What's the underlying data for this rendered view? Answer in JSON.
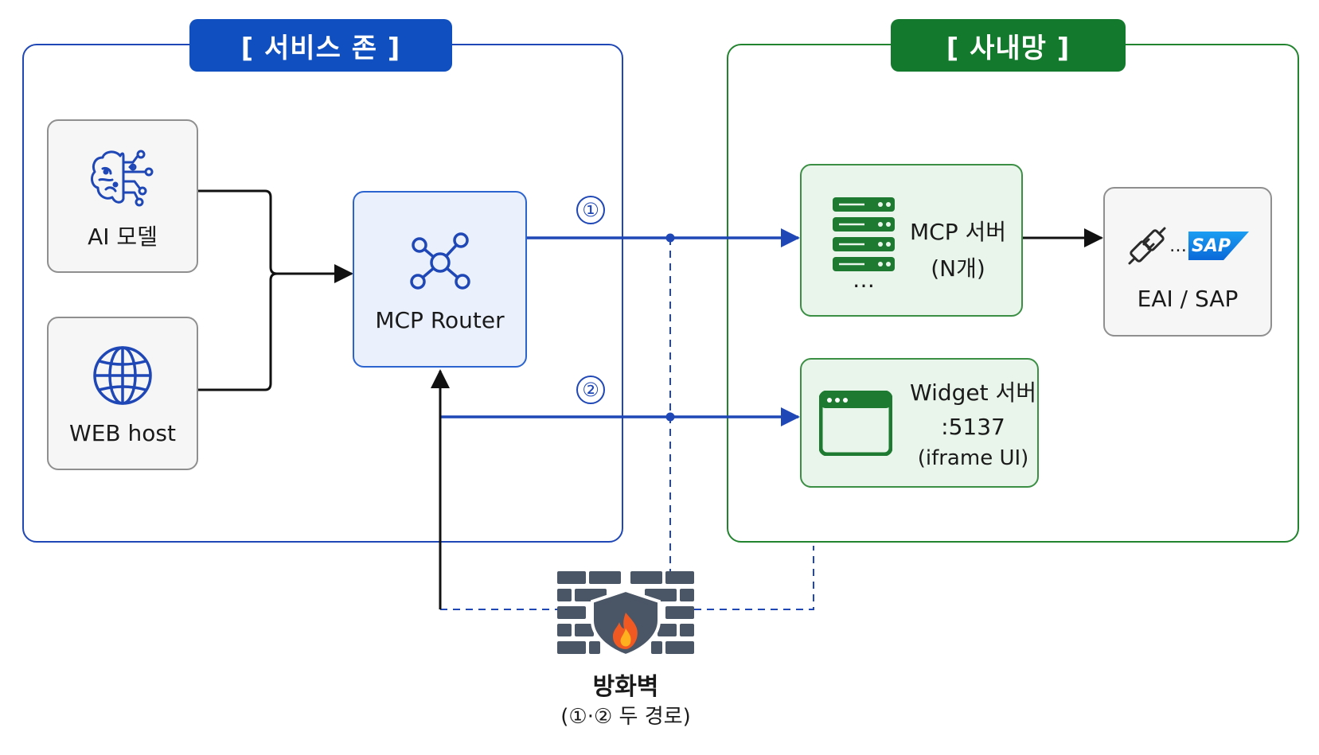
{
  "zones": {
    "service": {
      "title": "[ 서비스 존 ]",
      "color": "#1f47b6"
    },
    "internal": {
      "title": "[ 사내망 ]",
      "color": "#23842f"
    }
  },
  "nodes": {
    "ai_model": {
      "label": "AI 모델",
      "icon": "brain-circuit-icon"
    },
    "web_host": {
      "label": "WEB host",
      "icon": "globe-icon"
    },
    "mcp_router": {
      "label": "MCP Router",
      "icon": "network-hub-icon"
    },
    "mcp_server": {
      "line1": "MCP 서버",
      "line2": "(N개)",
      "ellipsis": "…",
      "icon": "server-stack-icon"
    },
    "eai_sap": {
      "label": "EAI / SAP",
      "sap_logo": "SAP",
      "ellipsis": "…",
      "icon": "plug-connector-icon"
    },
    "widget_server": {
      "line1": "Widget 서버",
      "line2": ":5137",
      "line3": "(iframe UI)",
      "icon": "browser-window-icon"
    }
  },
  "paths": {
    "path1": "①",
    "path2": "②"
  },
  "firewall": {
    "title": "방화벽",
    "subtitle": "(①·② 두 경로)",
    "icon": "firewall-icon"
  },
  "colors": {
    "blue": "#1f47b6",
    "green": "#23842f",
    "dark": "#111111"
  }
}
